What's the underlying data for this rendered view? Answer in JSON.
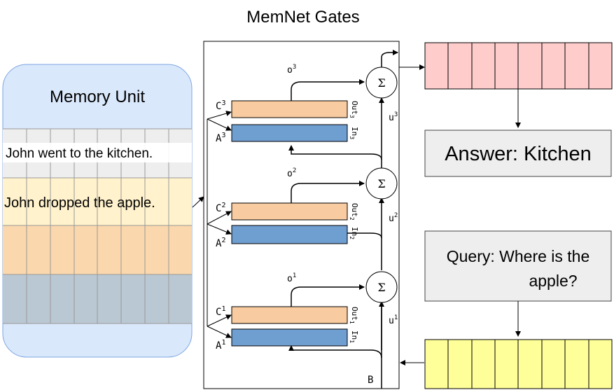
{
  "title": "MemNet Gates",
  "memory_unit": {
    "title": "Memory Unit",
    "sentences": [
      "John went to the kitchen.",
      "John dropped the apple."
    ],
    "colors": {
      "card": "#dae8fc",
      "row_gray": "#eeeeee",
      "row_yellow": "#fff2cc",
      "row_orange": "#fad7ac",
      "row_slate": "#bac8d3"
    }
  },
  "network": {
    "layers": [
      {
        "c": "C",
        "a": "A",
        "sup": "3",
        "out": "Out",
        "in": "In",
        "sub": "3",
        "o": "o",
        "u": "u"
      },
      {
        "c": "C",
        "a": "A",
        "sup": "2",
        "out": "Out",
        "in": "In",
        "sub": "2",
        "o": "o",
        "u": "u"
      },
      {
        "c": "C",
        "a": "A",
        "sup": "1",
        "out": "Out",
        "in": "In",
        "sub": "1",
        "o": "o",
        "u": "u"
      }
    ],
    "sum_symbol": "Σ",
    "input": "B",
    "colors": {
      "c_bar": "#f8cba0",
      "a_bar": "#6f9ed0"
    }
  },
  "answer": {
    "text": "Answer:  Kitchen"
  },
  "query": {
    "line1": "Query: Where is the",
    "line2": "apple?"
  },
  "colors": {
    "output_cells": "#ffcccc",
    "query_cells": "#ffff99",
    "text_box": "#eeeeee"
  }
}
